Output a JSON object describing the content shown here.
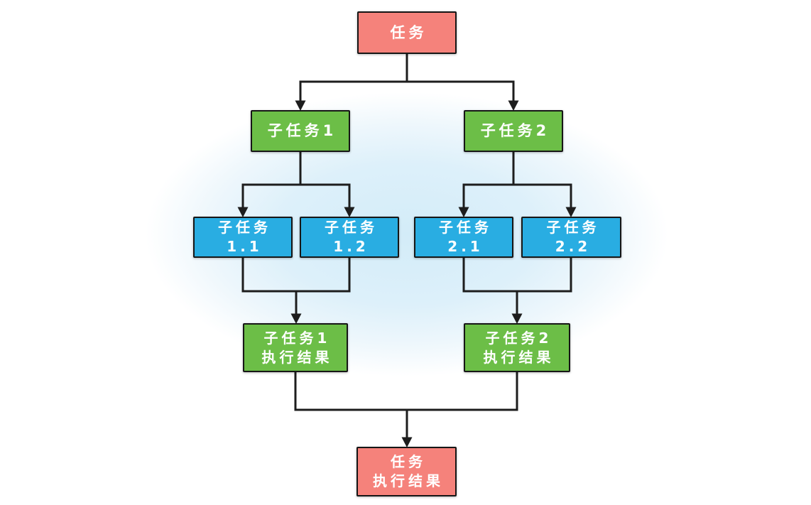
{
  "diagram": {
    "colors": {
      "task_red": "#F5827B",
      "subtask_green": "#6CBE47",
      "leaf_blue": "#29ADE2",
      "connector_black": "#1d1d1d",
      "background_tint": "#d3ecf8",
      "node_text": "#ffffff"
    },
    "nodes": {
      "task": {
        "line1": "任务"
      },
      "subtask1": {
        "line1": "子任务1"
      },
      "subtask2": {
        "line1": "子任务2"
      },
      "subtask11": {
        "line1": "子任务",
        "line2": "1.1"
      },
      "subtask12": {
        "line1": "子任务",
        "line2": "1.2"
      },
      "subtask21": {
        "line1": "子任务",
        "line2": "2.1"
      },
      "subtask22": {
        "line1": "子任务",
        "line2": "2.2"
      },
      "result1": {
        "line1": "子任务1",
        "line2": "执行结果"
      },
      "result2": {
        "line1": "子任务2",
        "line2": "执行结果"
      },
      "final": {
        "line1": "任务",
        "line2": "执行结果"
      }
    }
  }
}
